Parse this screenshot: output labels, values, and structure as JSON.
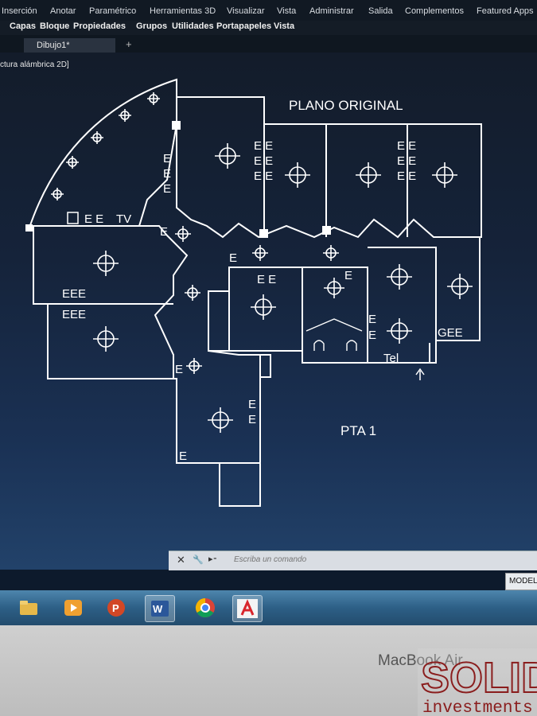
{
  "ribbon": {
    "tabs": [
      "Inserción",
      "Anotar",
      "Paramétrico",
      "Herramientas 3D",
      "Visualizar",
      "Vista",
      "Administrar",
      "Salida",
      "Complementos",
      "Featured Apps"
    ],
    "panels": [
      "Capas",
      "Bloque",
      "Propiedades",
      "Grupos",
      "Utilidades",
      "Portapapeles",
      "Vista"
    ]
  },
  "document": {
    "tab_title": "Dibujo1*",
    "add_tab": "+"
  },
  "viewport": {
    "label": "ctura alámbrica 2D]"
  },
  "drawing": {
    "title": "PLANO ORIGINAL",
    "floor_label": "PTA 1",
    "labels": {
      "tv": "TV",
      "tel": "Tel",
      "gee": "GEE",
      "outlet": "E",
      "outlet_pair": "E E",
      "outlet_triple": "EEE"
    }
  },
  "command_line": {
    "placeholder": "Escriba un comando"
  },
  "layout_tabs": {
    "model": "MODELO"
  },
  "taskbar": {
    "apps": [
      {
        "name": "file-explorer",
        "color": "#e6b84a"
      },
      {
        "name": "media-player",
        "color": "#f0a030"
      },
      {
        "name": "powerpoint",
        "color": "#d24726"
      },
      {
        "name": "word",
        "color": "#2b579a"
      },
      {
        "name": "chrome",
        "color": "#4caf50"
      },
      {
        "name": "autocad",
        "color": "#d8262c"
      }
    ]
  },
  "device": {
    "label": "MacBook Air"
  },
  "watermark": {
    "line1": "SOLID",
    "line2": "investments",
    "color": "#8a1d1d"
  }
}
